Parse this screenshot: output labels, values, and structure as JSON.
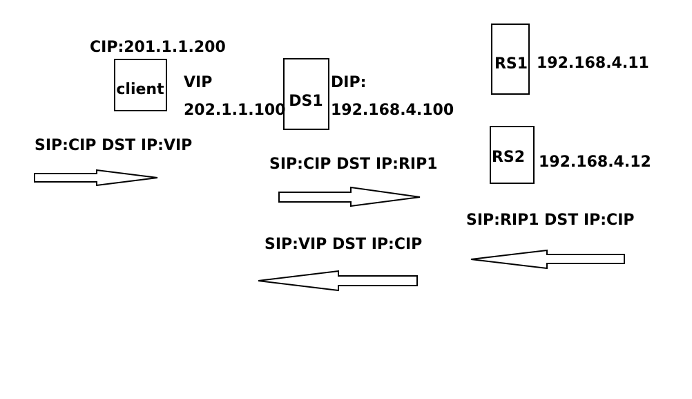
{
  "nodes": {
    "client": {
      "label": "client"
    },
    "ds1": {
      "label": "DS1"
    },
    "rs1": {
      "label": "RS1"
    },
    "rs2": {
      "label": "RS2"
    }
  },
  "addresses": {
    "cip": "CIP:201.1.1.200",
    "vip_label": "VIP",
    "vip_value": "202.1.1.100",
    "dip_label": "DIP:",
    "dip_value": "192.168.4.100",
    "rs1_ip": "192.168.4.11",
    "rs2_ip": "192.168.4.12"
  },
  "flows": {
    "client_to_ds": "SIP:CIP DST IP:VIP",
    "ds_to_rs": "SIP:CIP DST IP:RIP1",
    "rs_to_ds": "SIP:RIP1 DST IP:CIP",
    "ds_to_client": "SIP:VIP DST IP:CIP"
  },
  "colors": {
    "stroke": "#000000",
    "background": "#ffffff"
  }
}
